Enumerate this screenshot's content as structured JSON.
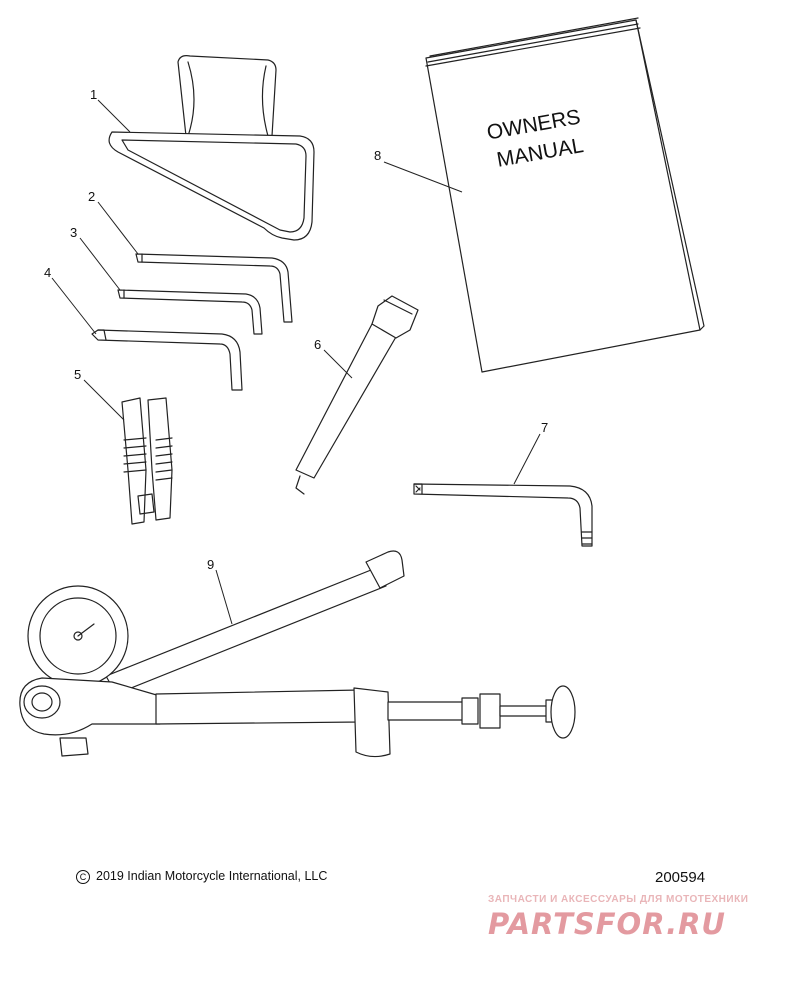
{
  "callouts": [
    "1",
    "2",
    "3",
    "4",
    "5",
    "6",
    "7",
    "8",
    "9"
  ],
  "manual": {
    "line1": "OWNERS",
    "line2": "MANUAL"
  },
  "footer": {
    "copyright_symbol": "C",
    "copyright_text": "2019 Indian Motorcycle International, LLC",
    "drawing_number": "200594"
  },
  "watermark": {
    "tagline": "ЗАПЧАСТИ И АКСЕССУАРЫ ДЛЯ МОТОТЕХНИКИ",
    "logo_text": "PARTSFOR.RU",
    "color": "#e39aa0"
  },
  "colors": {
    "line": "#222222",
    "background": "#ffffff"
  }
}
